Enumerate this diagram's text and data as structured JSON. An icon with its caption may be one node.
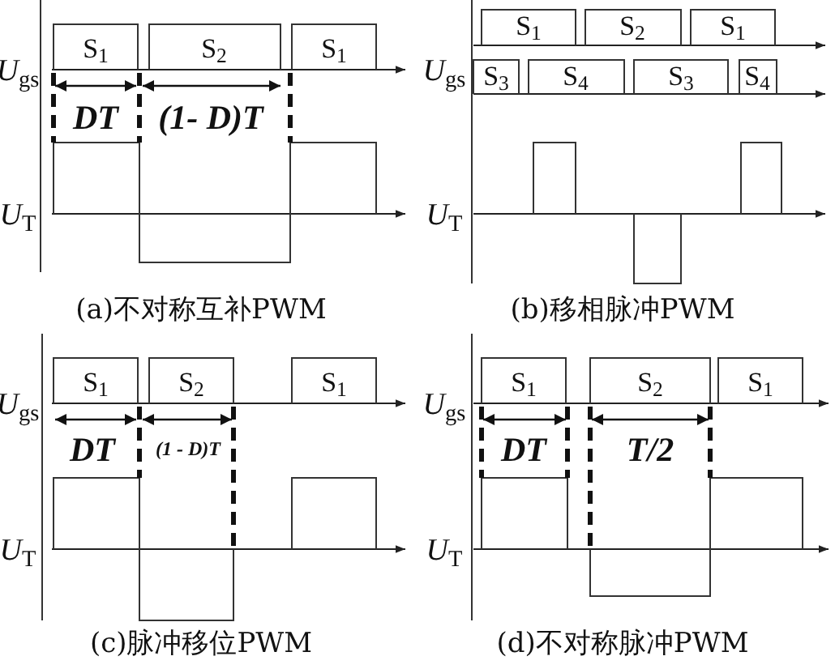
{
  "diagram": {
    "labels": [
      "S$_{1}$",
      "S$_{2}$",
      "S$_{1}$",
      "*U*$_{gs}$",
      "DT",
      "(1- D)T",
      "*U*$_{T}$",
      "(a)不对称互补PWM",
      "S$_{1}$",
      "S$_{2}$",
      "S$_{1}$",
      "*U*$_{gs}$",
      "S$_{3}$",
      "S$_{4}$",
      "S$_{3}$",
      "S$_{4}$",
      "*U*$_{T}$",
      "(b)移相脉冲PWM",
      "S$_{1}$",
      "S$_{2}$",
      "S$_{1}$",
      "*U*$_{gs}$",
      "DT",
      "(1 - D)T",
      "*U*$_{T}$",
      "(c)脉冲移位PWM",
      "S$_{1}$",
      "S$_{2}$",
      "S$_{1}$",
      "*U*$_{gs}$",
      "DT",
      "T/2",
      "*U*$_{T}$",
      "(d)不对称脉冲PWM"
    ]
  }
}
